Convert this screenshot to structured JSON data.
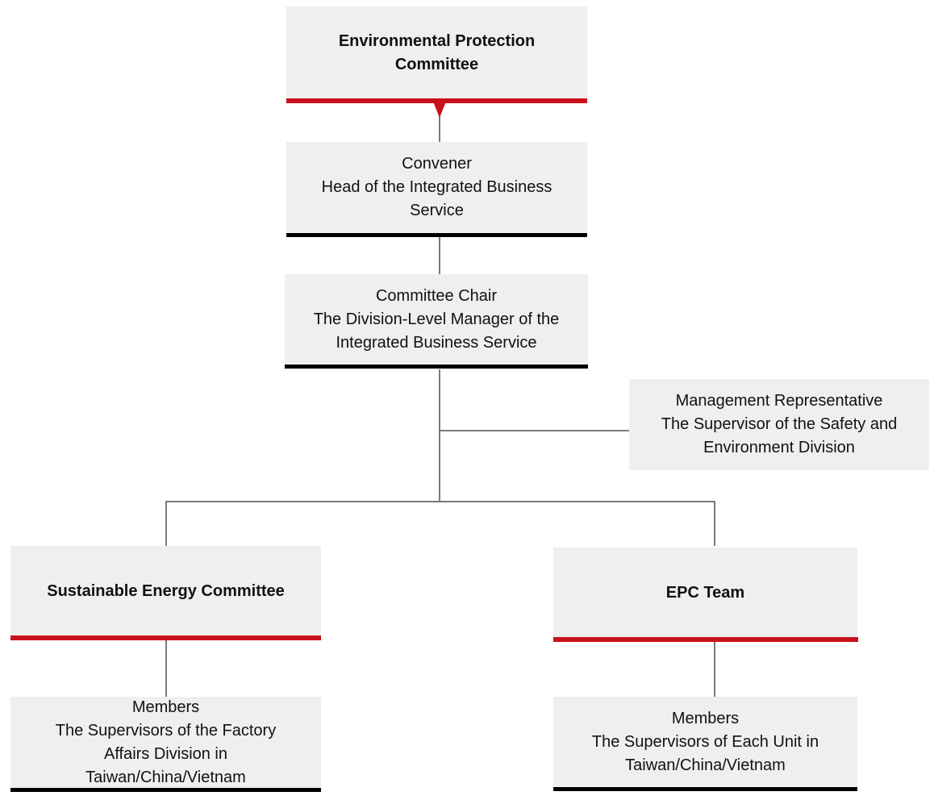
{
  "chart": {
    "top": {
      "title": "Environmental Protection Committee"
    },
    "convener": {
      "role": "Convener",
      "desc": "Head of the Integrated Business Service"
    },
    "chair": {
      "role": "Committee Chair",
      "desc": "The Division-Level Manager of the Integrated Business Service"
    },
    "management": {
      "role": "Management Representative",
      "desc": "The Supervisor of the Safety and Environment Division"
    },
    "sustainable": {
      "title": "Sustainable Energy Committee"
    },
    "sustainable_members": {
      "role": "Members",
      "desc": "The Supervisors of the Factory Affairs Division in Taiwan/China/Vietnam"
    },
    "epc": {
      "title": "EPC Team"
    },
    "epc_members": {
      "role": "Members",
      "desc": "The Supervisors of Each Unit in Taiwan/China/Vietnam"
    }
  },
  "colors": {
    "accent_red": "#c8121b",
    "box_bg": "#efefef",
    "connector": "#7a7a7a"
  }
}
